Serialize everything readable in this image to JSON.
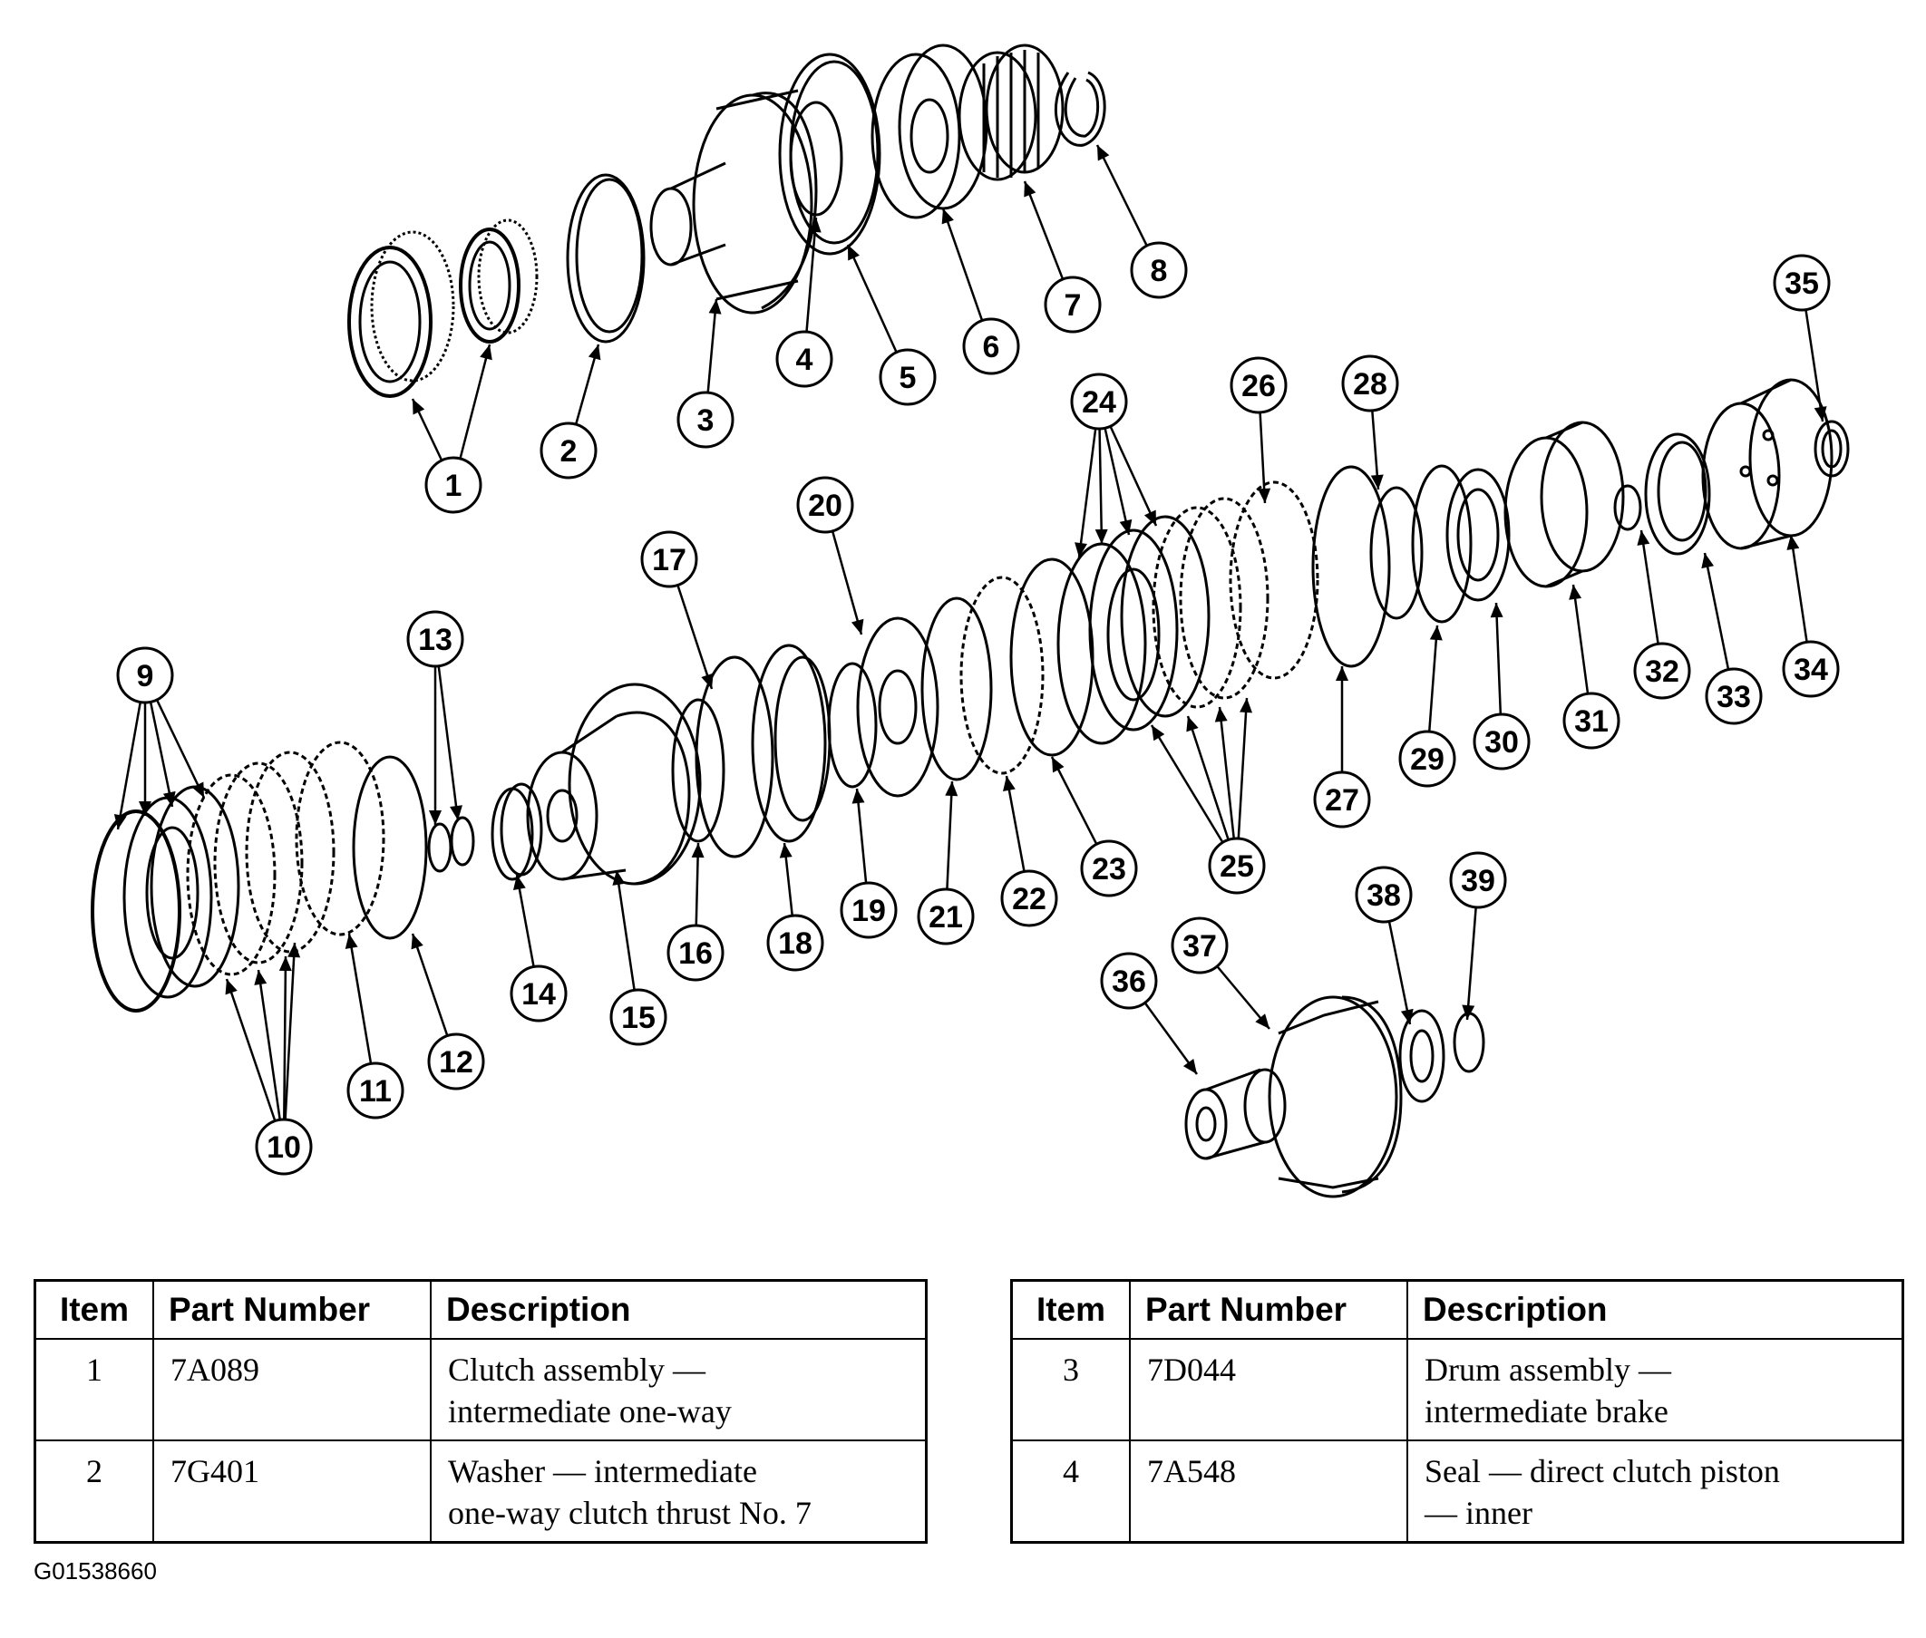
{
  "callouts": [
    "1",
    "2",
    "3",
    "4",
    "5",
    "6",
    "7",
    "8",
    "9",
    "10",
    "11",
    "12",
    "13",
    "14",
    "15",
    "16",
    "17",
    "18",
    "19",
    "20",
    "21",
    "22",
    "23",
    "24",
    "25",
    "26",
    "27",
    "28",
    "29",
    "30",
    "31",
    "32",
    "33",
    "34",
    "35",
    "36",
    "37",
    "38",
    "39"
  ],
  "tables": [
    {
      "headers": {
        "item": "Item",
        "part_number": "Part Number",
        "description": "Description"
      },
      "rows": [
        {
          "item": "1",
          "part_number": "7A089",
          "description": [
            "Clutch assembly —",
            "intermediate one-way"
          ]
        },
        {
          "item": "2",
          "part_number": "7G401",
          "description": [
            "Washer — intermediate",
            "one-way clutch thrust No. 7"
          ]
        }
      ]
    },
    {
      "headers": {
        "item": "Item",
        "part_number": "Part Number",
        "description": "Description"
      },
      "rows": [
        {
          "item": "3",
          "part_number": "7D044",
          "description": [
            "Drum assembly —",
            "intermediate brake"
          ]
        },
        {
          "item": "4",
          "part_number": "7A548",
          "description": [
            "Seal — direct clutch piston",
            "— inner"
          ]
        }
      ]
    }
  ],
  "figure_id": "G01538660",
  "colors": {
    "line": "#000000",
    "background": "#ffffff"
  }
}
